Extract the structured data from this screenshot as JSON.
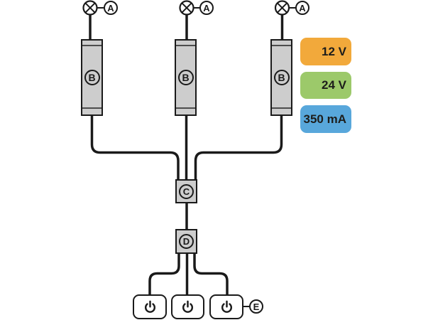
{
  "labels": {
    "lamp": "A",
    "driver": "B",
    "connector": "C",
    "distributor": "D",
    "switch": "E"
  },
  "badges": [
    {
      "label": "12 V",
      "color": "#F2A93B"
    },
    {
      "label": "24 V",
      "color": "#9CC96A"
    },
    {
      "label": "350 mA",
      "color": "#58A7DB"
    }
  ],
  "colors": {
    "line": "#1A1A1A",
    "component_fill": "#CDCDCD",
    "background": "#FFFFFF",
    "text": "#1D1D1B"
  },
  "counts": {
    "lamps": 3,
    "drivers": 3,
    "switches": 3
  }
}
